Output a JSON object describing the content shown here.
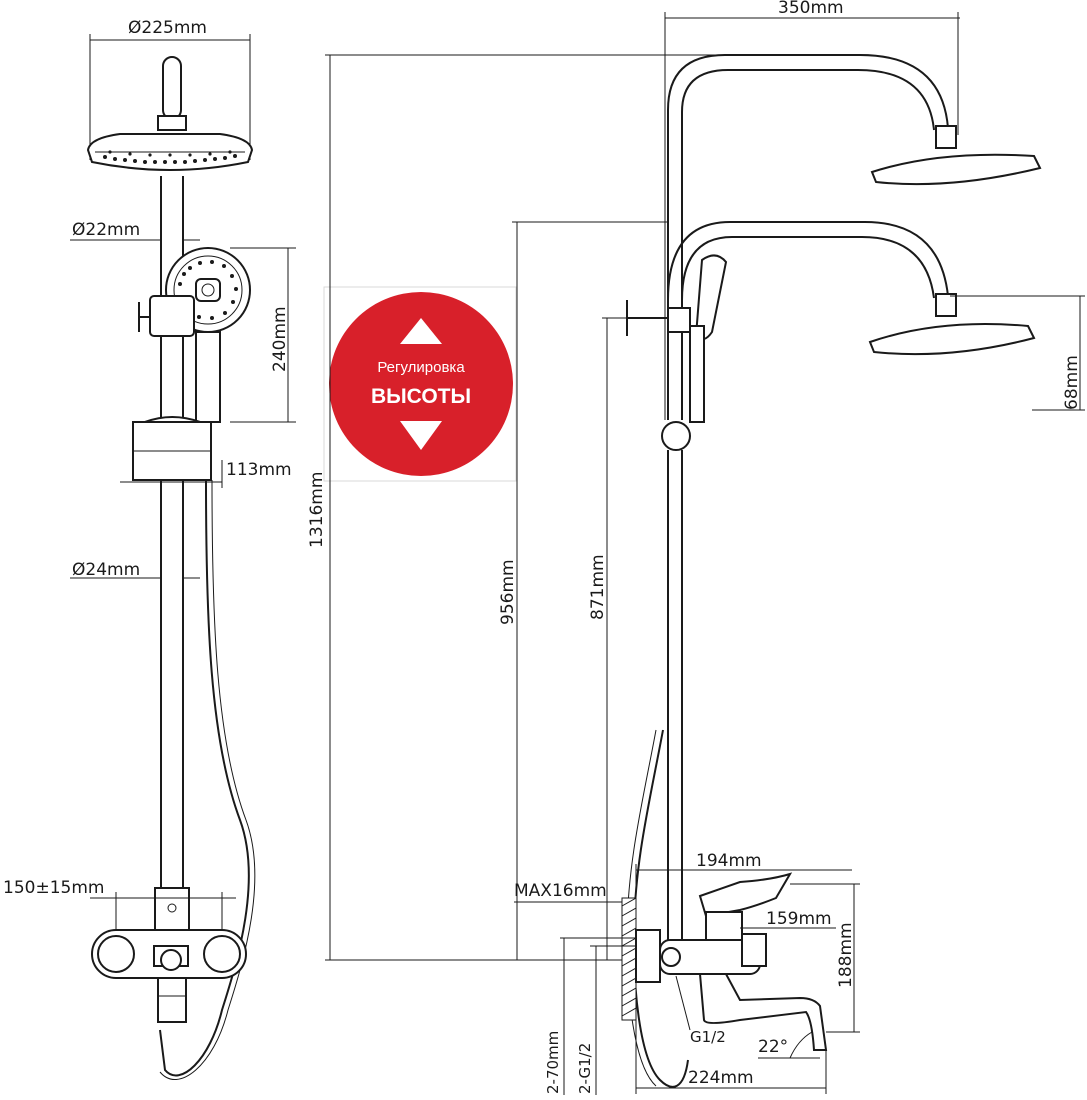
{
  "labels": {
    "head_diameter": "Ø225mm",
    "hand_holder_diameter": "Ø22mm",
    "hand_shower_height": "240mm",
    "holder_offset": "113mm",
    "pipe_diameter": "Ø24mm",
    "inlet_spacing": "150±15mm",
    "total_height": "1316mm",
    "arm_reach": "350mm",
    "height_lower": "956mm",
    "height_holder": "871mm",
    "head_thickness": "68mm",
    "max_wall": "MAX16mm",
    "mixer_width": "194mm",
    "mixer_depth": "159mm",
    "mixer_height": "188mm",
    "eccentric_len": "2-70mm",
    "thread_pair": "2-G1/2",
    "outlet_thread": "G1/2",
    "spout_angle": "22°",
    "spout_reach": "224mm"
  },
  "badge": {
    "line1": "Регулировка",
    "line2": "ВЫСОТЫ",
    "color": "#d8202a"
  }
}
